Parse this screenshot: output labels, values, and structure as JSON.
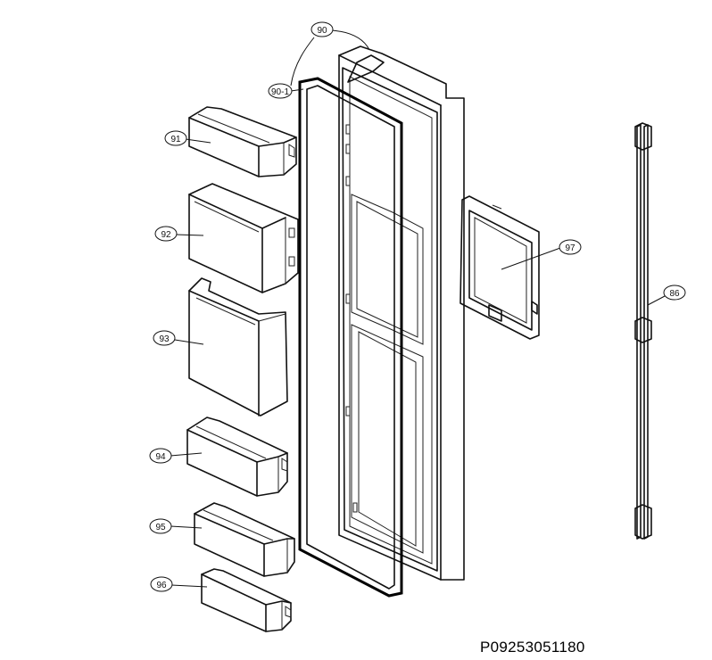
{
  "callouts": [
    {
      "id": "90",
      "label": "90"
    },
    {
      "id": "90-1",
      "label": "90-1"
    },
    {
      "id": "91",
      "label": "91"
    },
    {
      "id": "92",
      "label": "92"
    },
    {
      "id": "93",
      "label": "93"
    },
    {
      "id": "94",
      "label": "94"
    },
    {
      "id": "95",
      "label": "95"
    },
    {
      "id": "96",
      "label": "96"
    },
    {
      "id": "97",
      "label": "97"
    },
    {
      "id": "86",
      "label": "86"
    }
  ],
  "drawing_number": "P09253051180"
}
